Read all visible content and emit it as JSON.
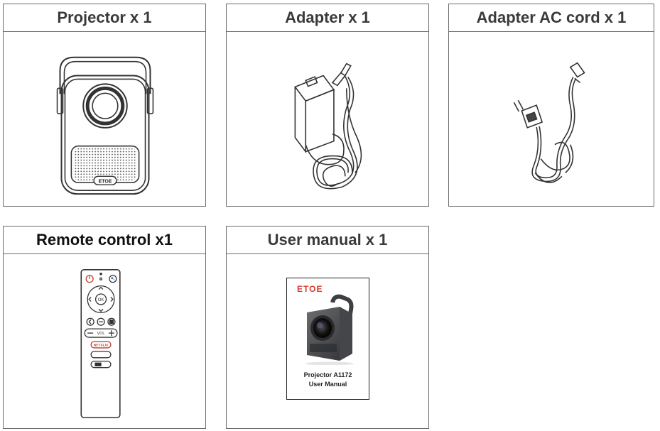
{
  "cards": {
    "projector": {
      "label": "Projector x 1",
      "logo": "ETOE",
      "icon": "projector-icon"
    },
    "adapter": {
      "label": "Adapter x 1",
      "icon": "power-adapter-icon"
    },
    "ac_cord": {
      "label": "Adapter AC cord x 1",
      "icon": "ac-cord-plug-icon"
    },
    "remote": {
      "label": "Remote control x1",
      "icon": "remote-control-icon",
      "ok_label": "OK",
      "vol_label": "VOL",
      "app_button_label": "NETFLIX"
    },
    "manual": {
      "label": "User manual x 1",
      "brand": "ETOE",
      "title_line1": "Projector A1172",
      "title_line2": "User Manual",
      "brand_color": "#d83a2e"
    }
  },
  "colors": {
    "border": "#6b6b6b",
    "text": "#3a3a3a",
    "line_art": "#333333"
  }
}
